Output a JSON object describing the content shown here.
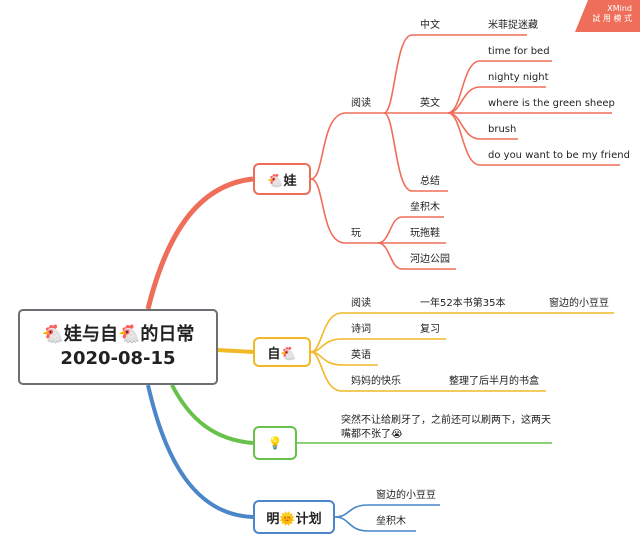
{
  "badge": {
    "brand": "XMind",
    "mode": "試 用 模 式"
  },
  "root": {
    "line1": "🐔娃与自🐔的日常",
    "line2": "2020-08-15"
  },
  "wa": {
    "label": "🐔娃",
    "reading": {
      "label": "阅读",
      "chinese": {
        "label": "中文",
        "items": [
          "米菲捉迷藏"
        ]
      },
      "english": {
        "label": "英文",
        "items": [
          "time for bed",
          "nighty night",
          "where is the green sheep",
          "brush",
          "do you want to be my friend"
        ]
      },
      "summary": "总结"
    },
    "play": {
      "label": "玩",
      "items": [
        "垒积木",
        "玩拖鞋",
        "河边公园"
      ]
    }
  },
  "self": {
    "label": "自🐔",
    "reading": {
      "label": "阅读",
      "detail": "一年52本书第35本",
      "book": "窗边的小豆豆"
    },
    "poetry": {
      "label": "诗词",
      "detail": "复习"
    },
    "english": {
      "label": "英语"
    },
    "joy": {
      "label": "妈妈的快乐",
      "detail": "整理了后半月的书盒"
    }
  },
  "idea": {
    "icon": "💡",
    "line1": "突然不让给刷牙了，之前还可以刷两下，这两天",
    "line2": "嘴都不张了😭"
  },
  "plan": {
    "label": "明🌞计划",
    "items": [
      "窗边的小豆豆",
      "垒积木"
    ]
  }
}
